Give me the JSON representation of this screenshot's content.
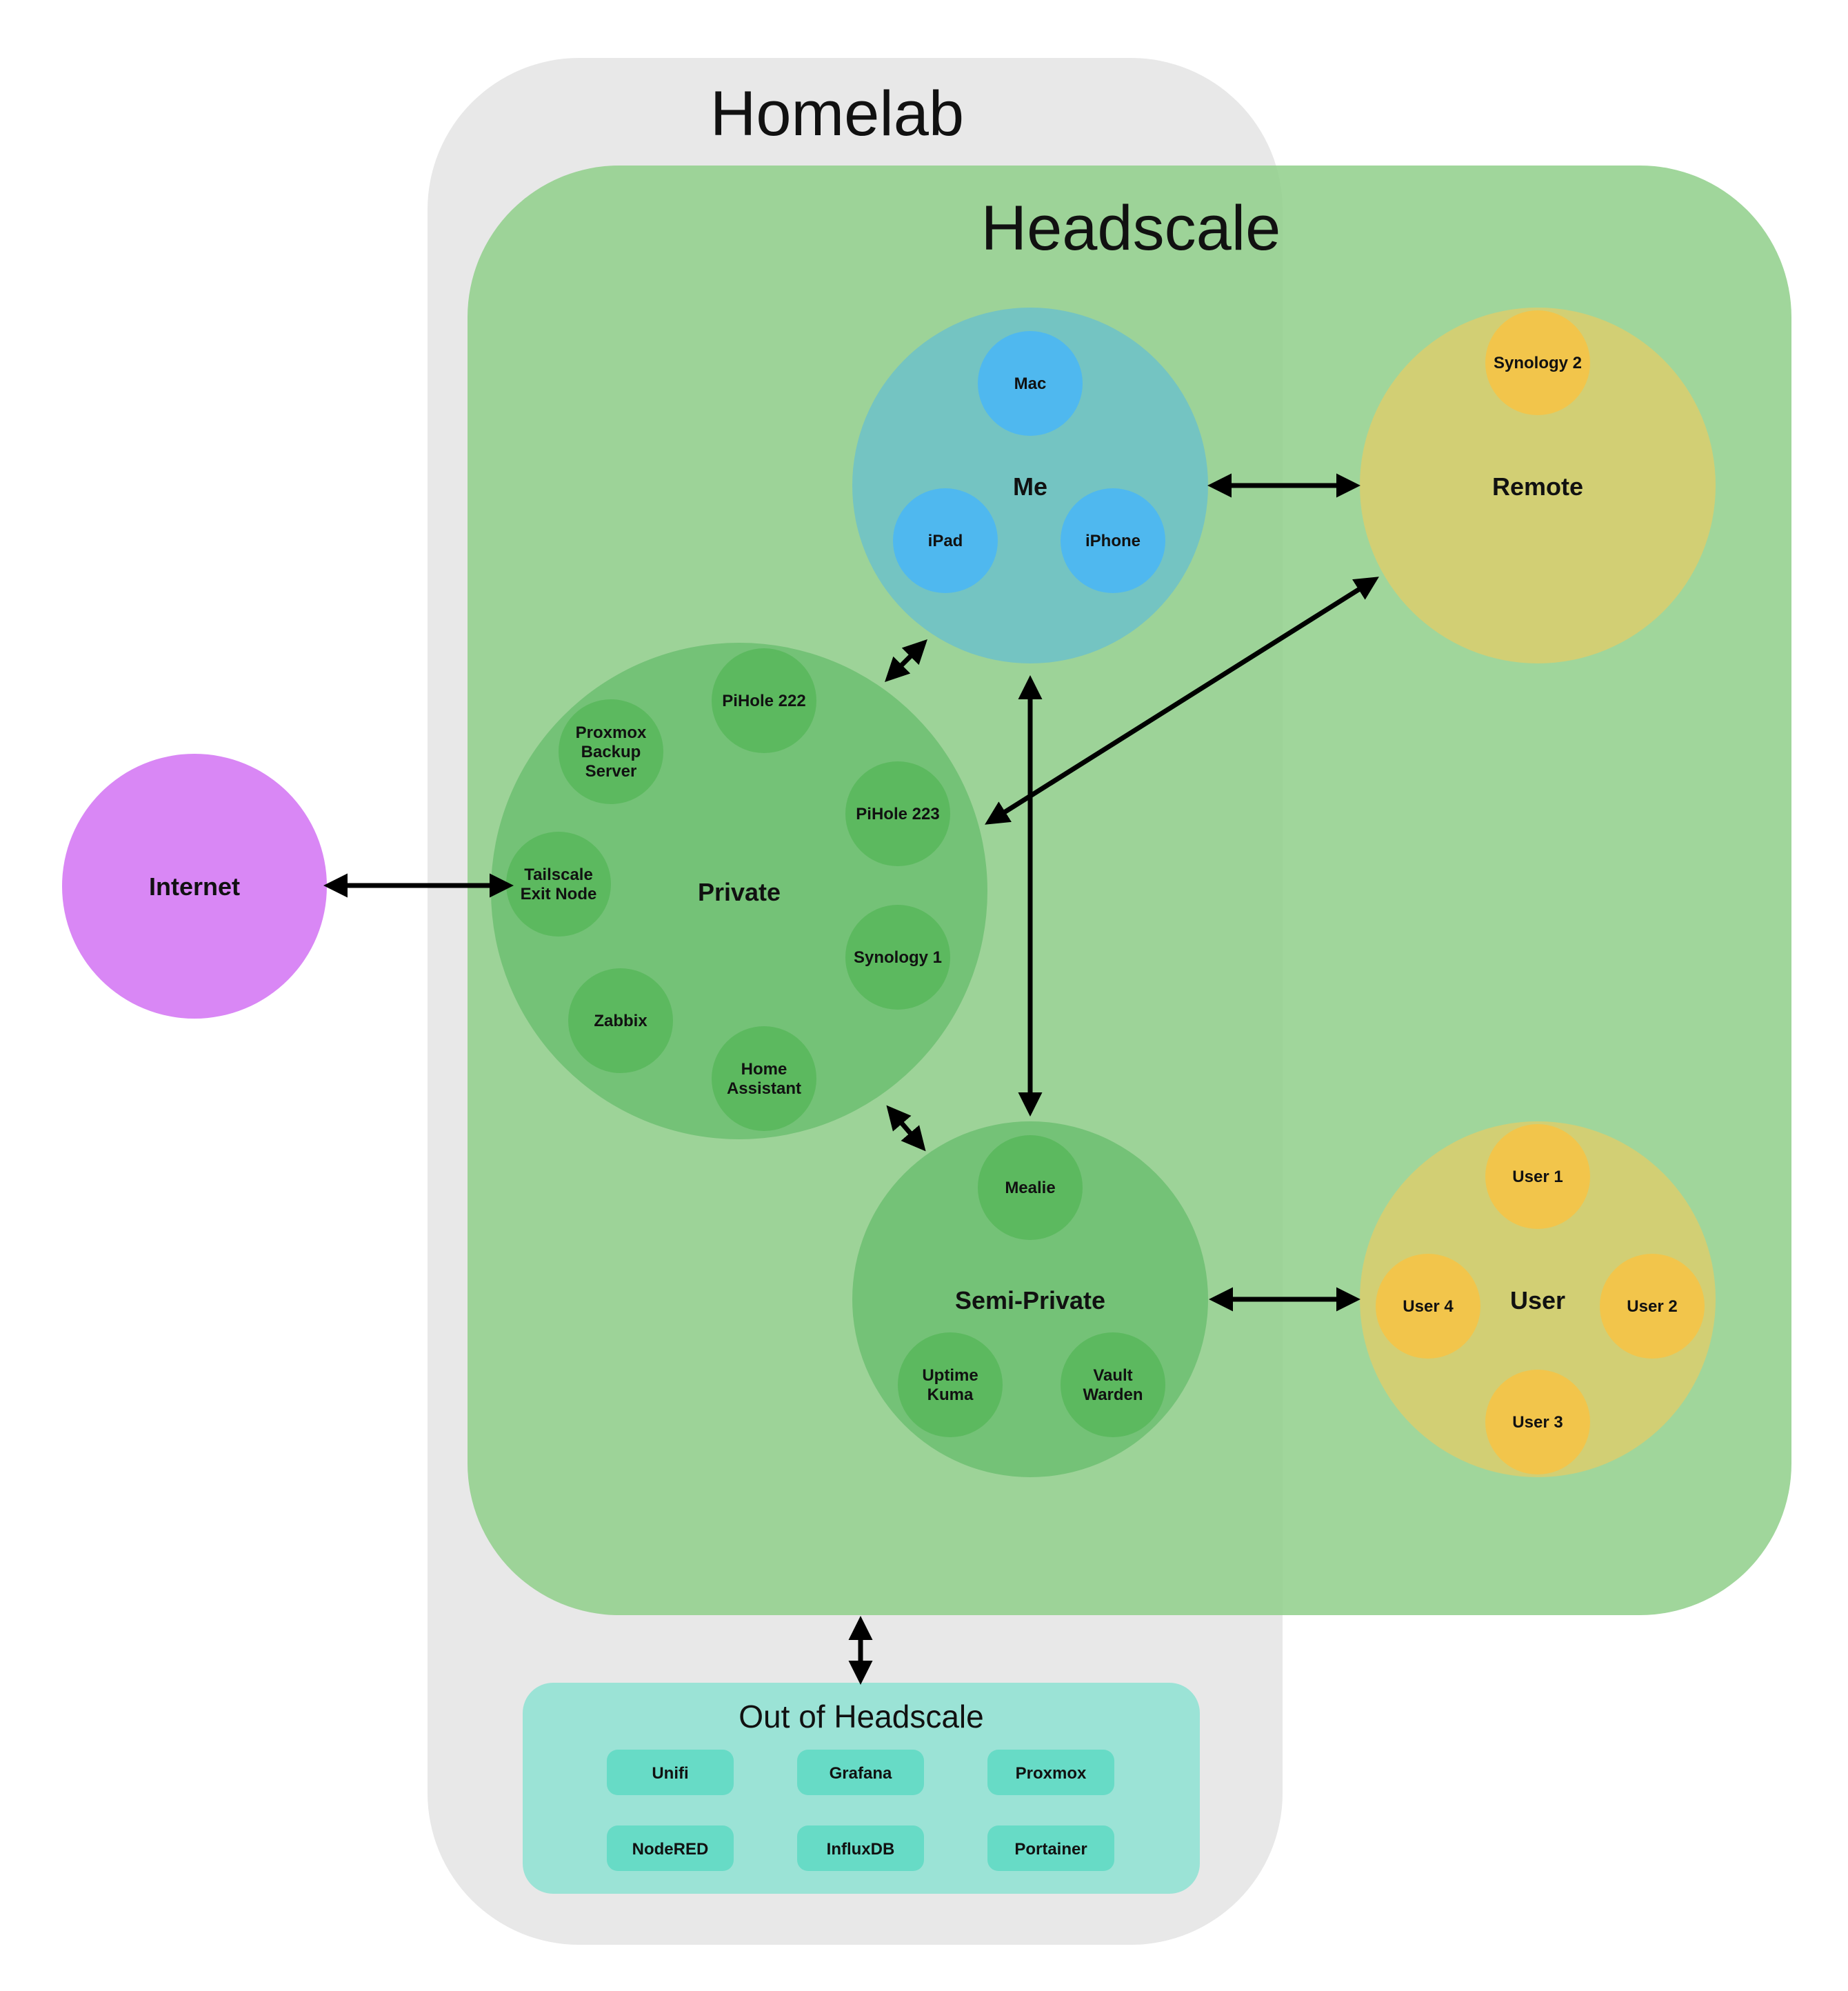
{
  "diagram": {
    "homelab": {
      "title": "Homelab"
    },
    "headscale": {
      "title": "Headscale"
    },
    "internet": {
      "label": "Internet"
    },
    "groups": {
      "me": {
        "label": "Me",
        "nodes": [
          "Mac",
          "iPad",
          "iPhone"
        ]
      },
      "remote": {
        "label": "Remote",
        "nodes": [
          "Synology 2"
        ]
      },
      "private": {
        "label": "Private",
        "nodes": [
          "PiHole 222",
          "Proxmox\nBackup\nServer",
          "PiHole 223",
          "Tailscale\nExit Node",
          "Synology 1",
          "Zabbix",
          "Home\nAssistant"
        ]
      },
      "semi_private": {
        "label": "Semi-Private",
        "nodes": [
          "Mealie",
          "Uptime\nKuma",
          "Vault\nWarden"
        ]
      },
      "user": {
        "label": "User",
        "nodes": [
          "User 1",
          "User 4",
          "User 2",
          "User 3"
        ]
      }
    },
    "out_of_headscale": {
      "title": "Out of Headscale",
      "services": [
        "Unifi",
        "Grafana",
        "Proxmox",
        "NodeRED",
        "InfluxDB",
        "Portainer"
      ]
    },
    "colors": {
      "homelab_bg": "#e8e8e8",
      "headscale_bg": "#8fcf8a",
      "me_group": "#74c4c2",
      "me_node": "#4fb8ef",
      "remote_group": "#d2cf74",
      "user_node": "#f2c54b",
      "private_group": "#74c277",
      "private_node": "#5cb95f",
      "internet": "#d987f5",
      "out_bg": "#9be3d6",
      "out_service": "#67dbc6",
      "arrow": "#000000"
    }
  }
}
